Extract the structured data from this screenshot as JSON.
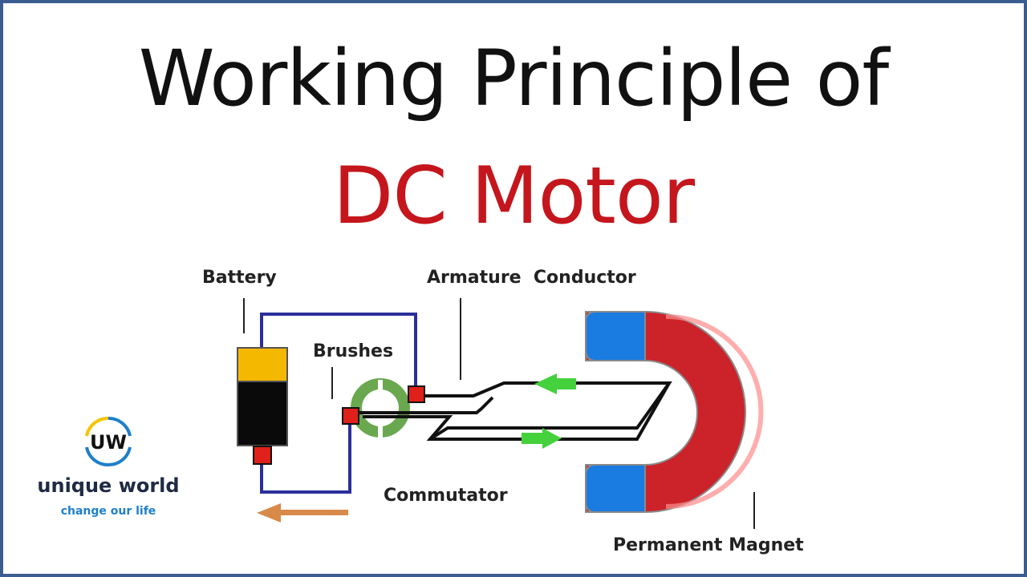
{
  "title": {
    "line1": "Working Principle of",
    "line2": "DC Motor"
  },
  "labels": {
    "battery": "Battery",
    "brushes": "Brushes",
    "armature_conductor": "Armature  Conductor",
    "commutator": "Commutator",
    "permanent_magnet": "Permanent Magnet"
  },
  "logo": {
    "monogram": "UW",
    "name": "unique world",
    "tagline": "change our life"
  },
  "colors": {
    "title_main": "#111111",
    "title_accent": "#c4161c",
    "circuit_wire": "#2b2f9a",
    "battery_top": "#f5b800",
    "battery_body": "#0a0a0a",
    "terminal": "#e0201a",
    "commutator": "#6aa84f",
    "magnet_red": "#cc2229",
    "magnet_blue": "#1a7be0",
    "force_arrow": "#44d13c",
    "current_arrow": "#d88a4a"
  }
}
